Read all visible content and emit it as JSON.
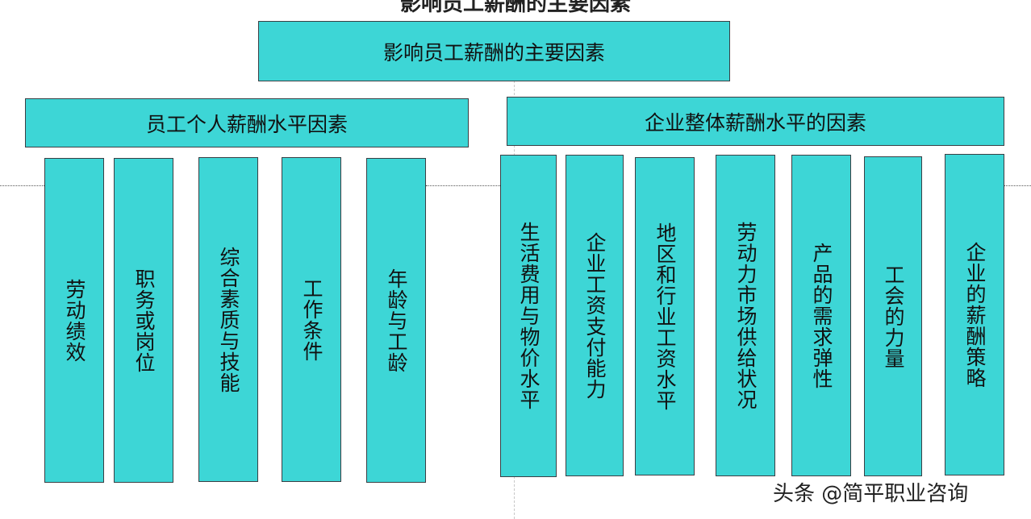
{
  "page_title": "影响员工薪酬的主要因素",
  "root": {
    "label": "影响员工薪酬的主要因素"
  },
  "branches": [
    {
      "label": "员工个人薪酬水平因素",
      "items": [
        "劳动绩效",
        "职务或岗位",
        "综合素质与技能",
        "工作条件",
        "年龄与工龄"
      ]
    },
    {
      "label": "企业整体薪酬水平的因素",
      "items": [
        "生活费用与物价水平",
        "企业工资支付能力",
        "地区和行业工资水平",
        "劳动力市场供给状况",
        "产品的需求弹性",
        "工会的力量",
        "企业的薪酬策略"
      ]
    }
  ],
  "watermark": "头条 @简平职业咨询",
  "colors": {
    "box_fill": "#3dd6d6",
    "box_border": "#3a3f44"
  }
}
